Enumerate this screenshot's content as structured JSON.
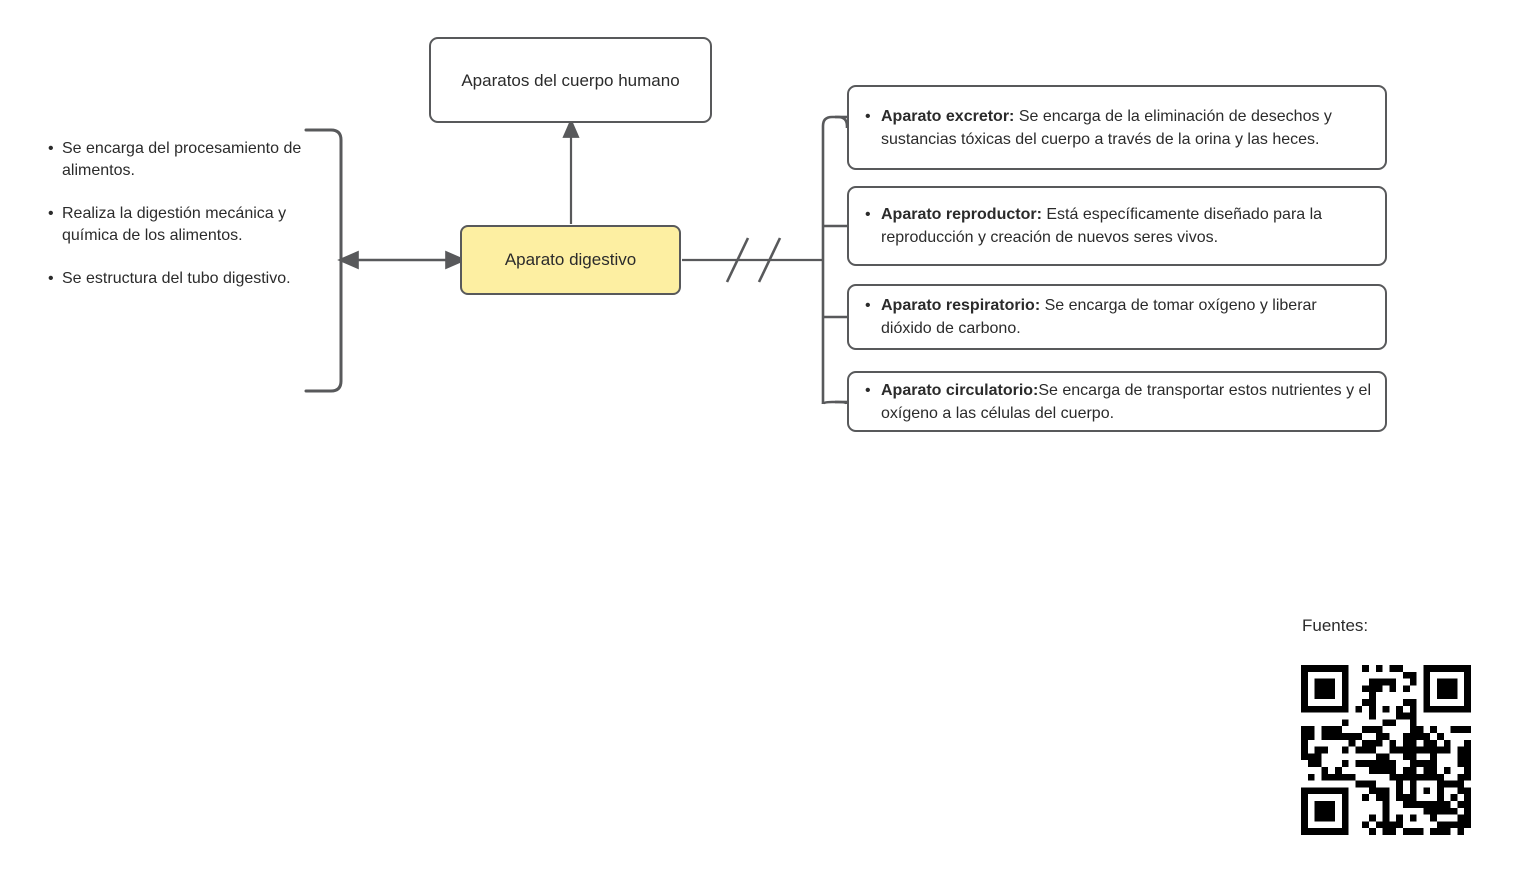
{
  "diagram": {
    "title_node": {
      "label": "Aparatos del cuerpo humano"
    },
    "main_node": {
      "label": "Aparato digestivo",
      "fill_color": "#fdefa2",
      "stroke_color": "#58595b"
    },
    "left_bullets": [
      {
        "bullet": "•",
        "text": "Se encarga del procesamiento de alimentos."
      },
      {
        "bullet": "•",
        "text": "Realiza la digestión mecánica y química de los alimentos."
      },
      {
        "bullet": "•",
        "text": "Se estructura del tubo digestivo."
      }
    ],
    "right_items": [
      {
        "bullet": "•",
        "term": "Aparato excretor:",
        "description": " Se encarga de la eliminación de desechos y sustancias tóxicas del cuerpo a través de la orina y las heces."
      },
      {
        "bullet": "•",
        "term": "Aparato reproductor:",
        "description": " Está específicamente diseñado para la reproducción y creación de nuevos seres vivos."
      },
      {
        "bullet": "•",
        "term": "Aparato respiratorio:",
        "description": " Se encarga de tomar oxígeno y liberar dióxido de carbono."
      },
      {
        "bullet": "•",
        "term": "Aparato circulatorio:",
        "description": "Se encarga de transportar estos nutrientes y el oxígeno a las células del cuerpo."
      }
    ],
    "connectors": {
      "up_arrow": "arrow-up-icon",
      "double_arrow": "double-headed-arrow-icon",
      "left_bracket": "bracket-icon",
      "right_fork": "fork-connector-icon",
      "break_marks": "double-slash-break-icon"
    }
  },
  "sources": {
    "label": "Fuentes:",
    "qr": "qr-code"
  },
  "colors": {
    "stroke": "#58595b",
    "text": "#2b2b2b",
    "accent": "#fdefa2",
    "background": "#ffffff"
  }
}
